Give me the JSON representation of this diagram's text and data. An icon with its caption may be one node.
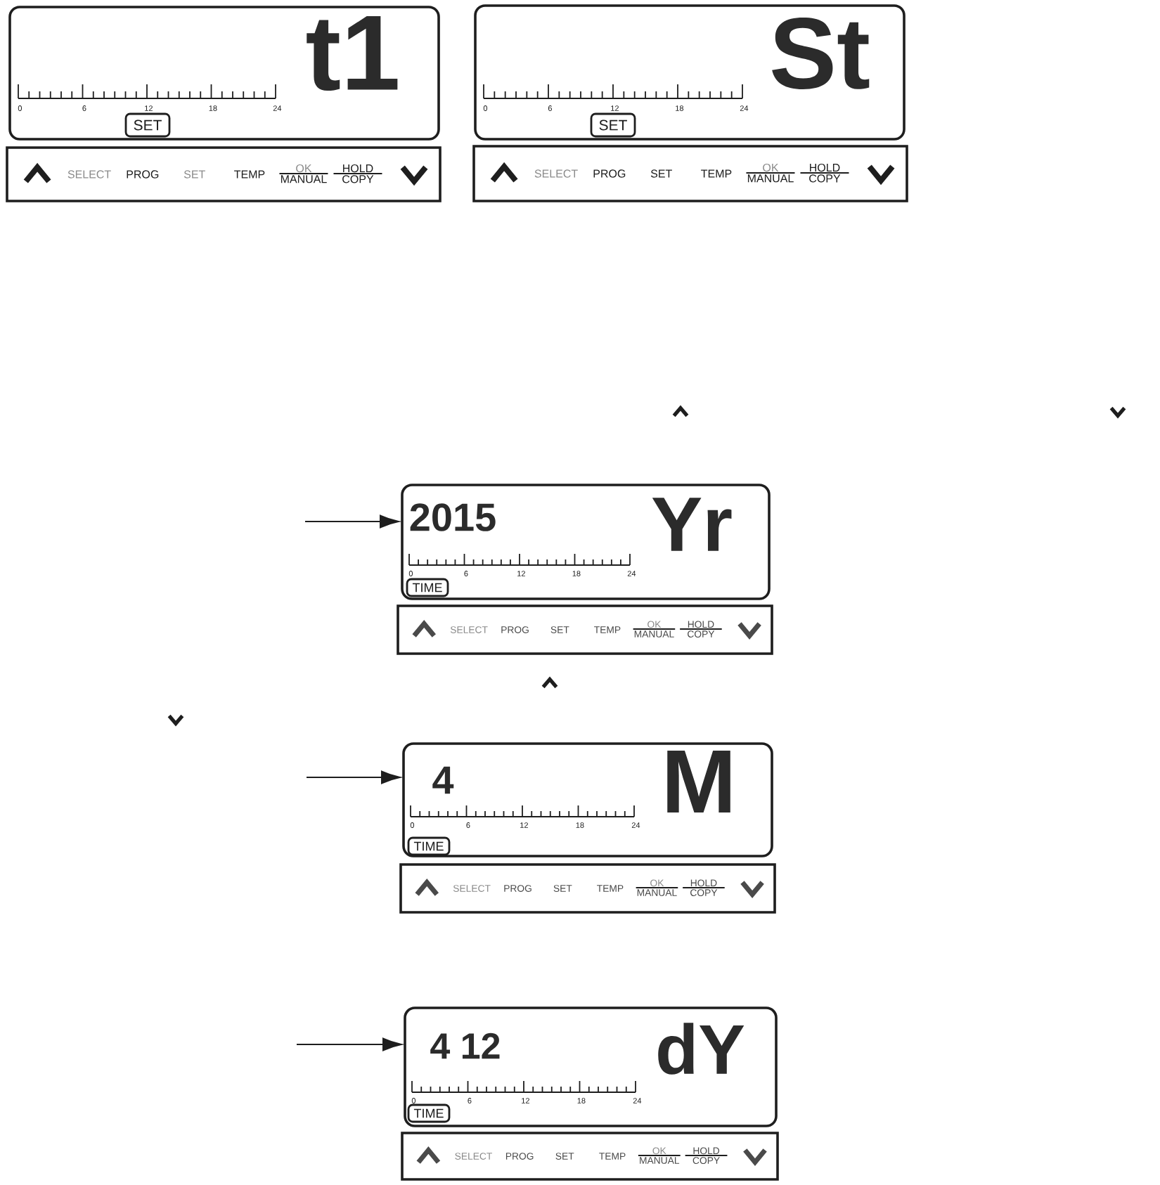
{
  "diagram": {
    "nodes": [
      {
        "text": [
          "t1",
          "0",
          "6",
          "12",
          "18",
          "24"
        ]
      },
      {
        "text": [
          "SET"
        ],
        "in": 0
      },
      {
        "text": [
          "SELECT",
          "PROG",
          "SET",
          "TEMP",
          "OK",
          "MANUAL",
          "HOLD",
          "COPY"
        ]
      },
      {
        "text": [
          "St",
          "0",
          "6",
          "12",
          "18",
          "24"
        ]
      },
      {
        "text": [
          "SET"
        ],
        "in": 3
      },
      {
        "text": [
          "SELECT",
          "PROG",
          "SET",
          "TEMP",
          "OK",
          "MANUAL",
          "HOLD",
          "COPY"
        ]
      },
      {
        "text": [
          "2015",
          "Yr",
          "0",
          "6",
          "12",
          "18",
          "24"
        ]
      },
      {
        "text": [
          "TIME"
        ],
        "in": 6
      },
      {
        "text": [
          "SELECT",
          "PROG",
          "SET",
          "TEMP",
          "OK",
          "MANUAL",
          "HOLD",
          "COPY"
        ]
      },
      {
        "text": [
          "4",
          "M",
          "0",
          "6",
          "12",
          "18",
          "24"
        ]
      },
      {
        "text": [
          "TIME"
        ],
        "in": 9
      },
      {
        "text": [
          "SELECT",
          "PROG",
          "SET",
          "TEMP",
          "OK",
          "MANUAL",
          "HOLD",
          "COPY"
        ]
      },
      {
        "text": [
          "4 12",
          "dY",
          "0",
          "6",
          "12",
          "18",
          "24"
        ]
      },
      {
        "text": [
          "TIME"
        ],
        "in": 12
      },
      {
        "text": [
          "SELECT",
          "PROG",
          "SET",
          "TEMP",
          "OK",
          "MANUAL",
          "HOLD",
          "COPY"
        ]
      }
    ],
    "edges": [
      {
        "from": null,
        "to": 6,
        "arrow": "to"
      },
      {
        "from": null,
        "to": 9,
        "arrow": "to"
      },
      {
        "from": null,
        "to": 12,
        "arrow": "to"
      }
    ]
  }
}
